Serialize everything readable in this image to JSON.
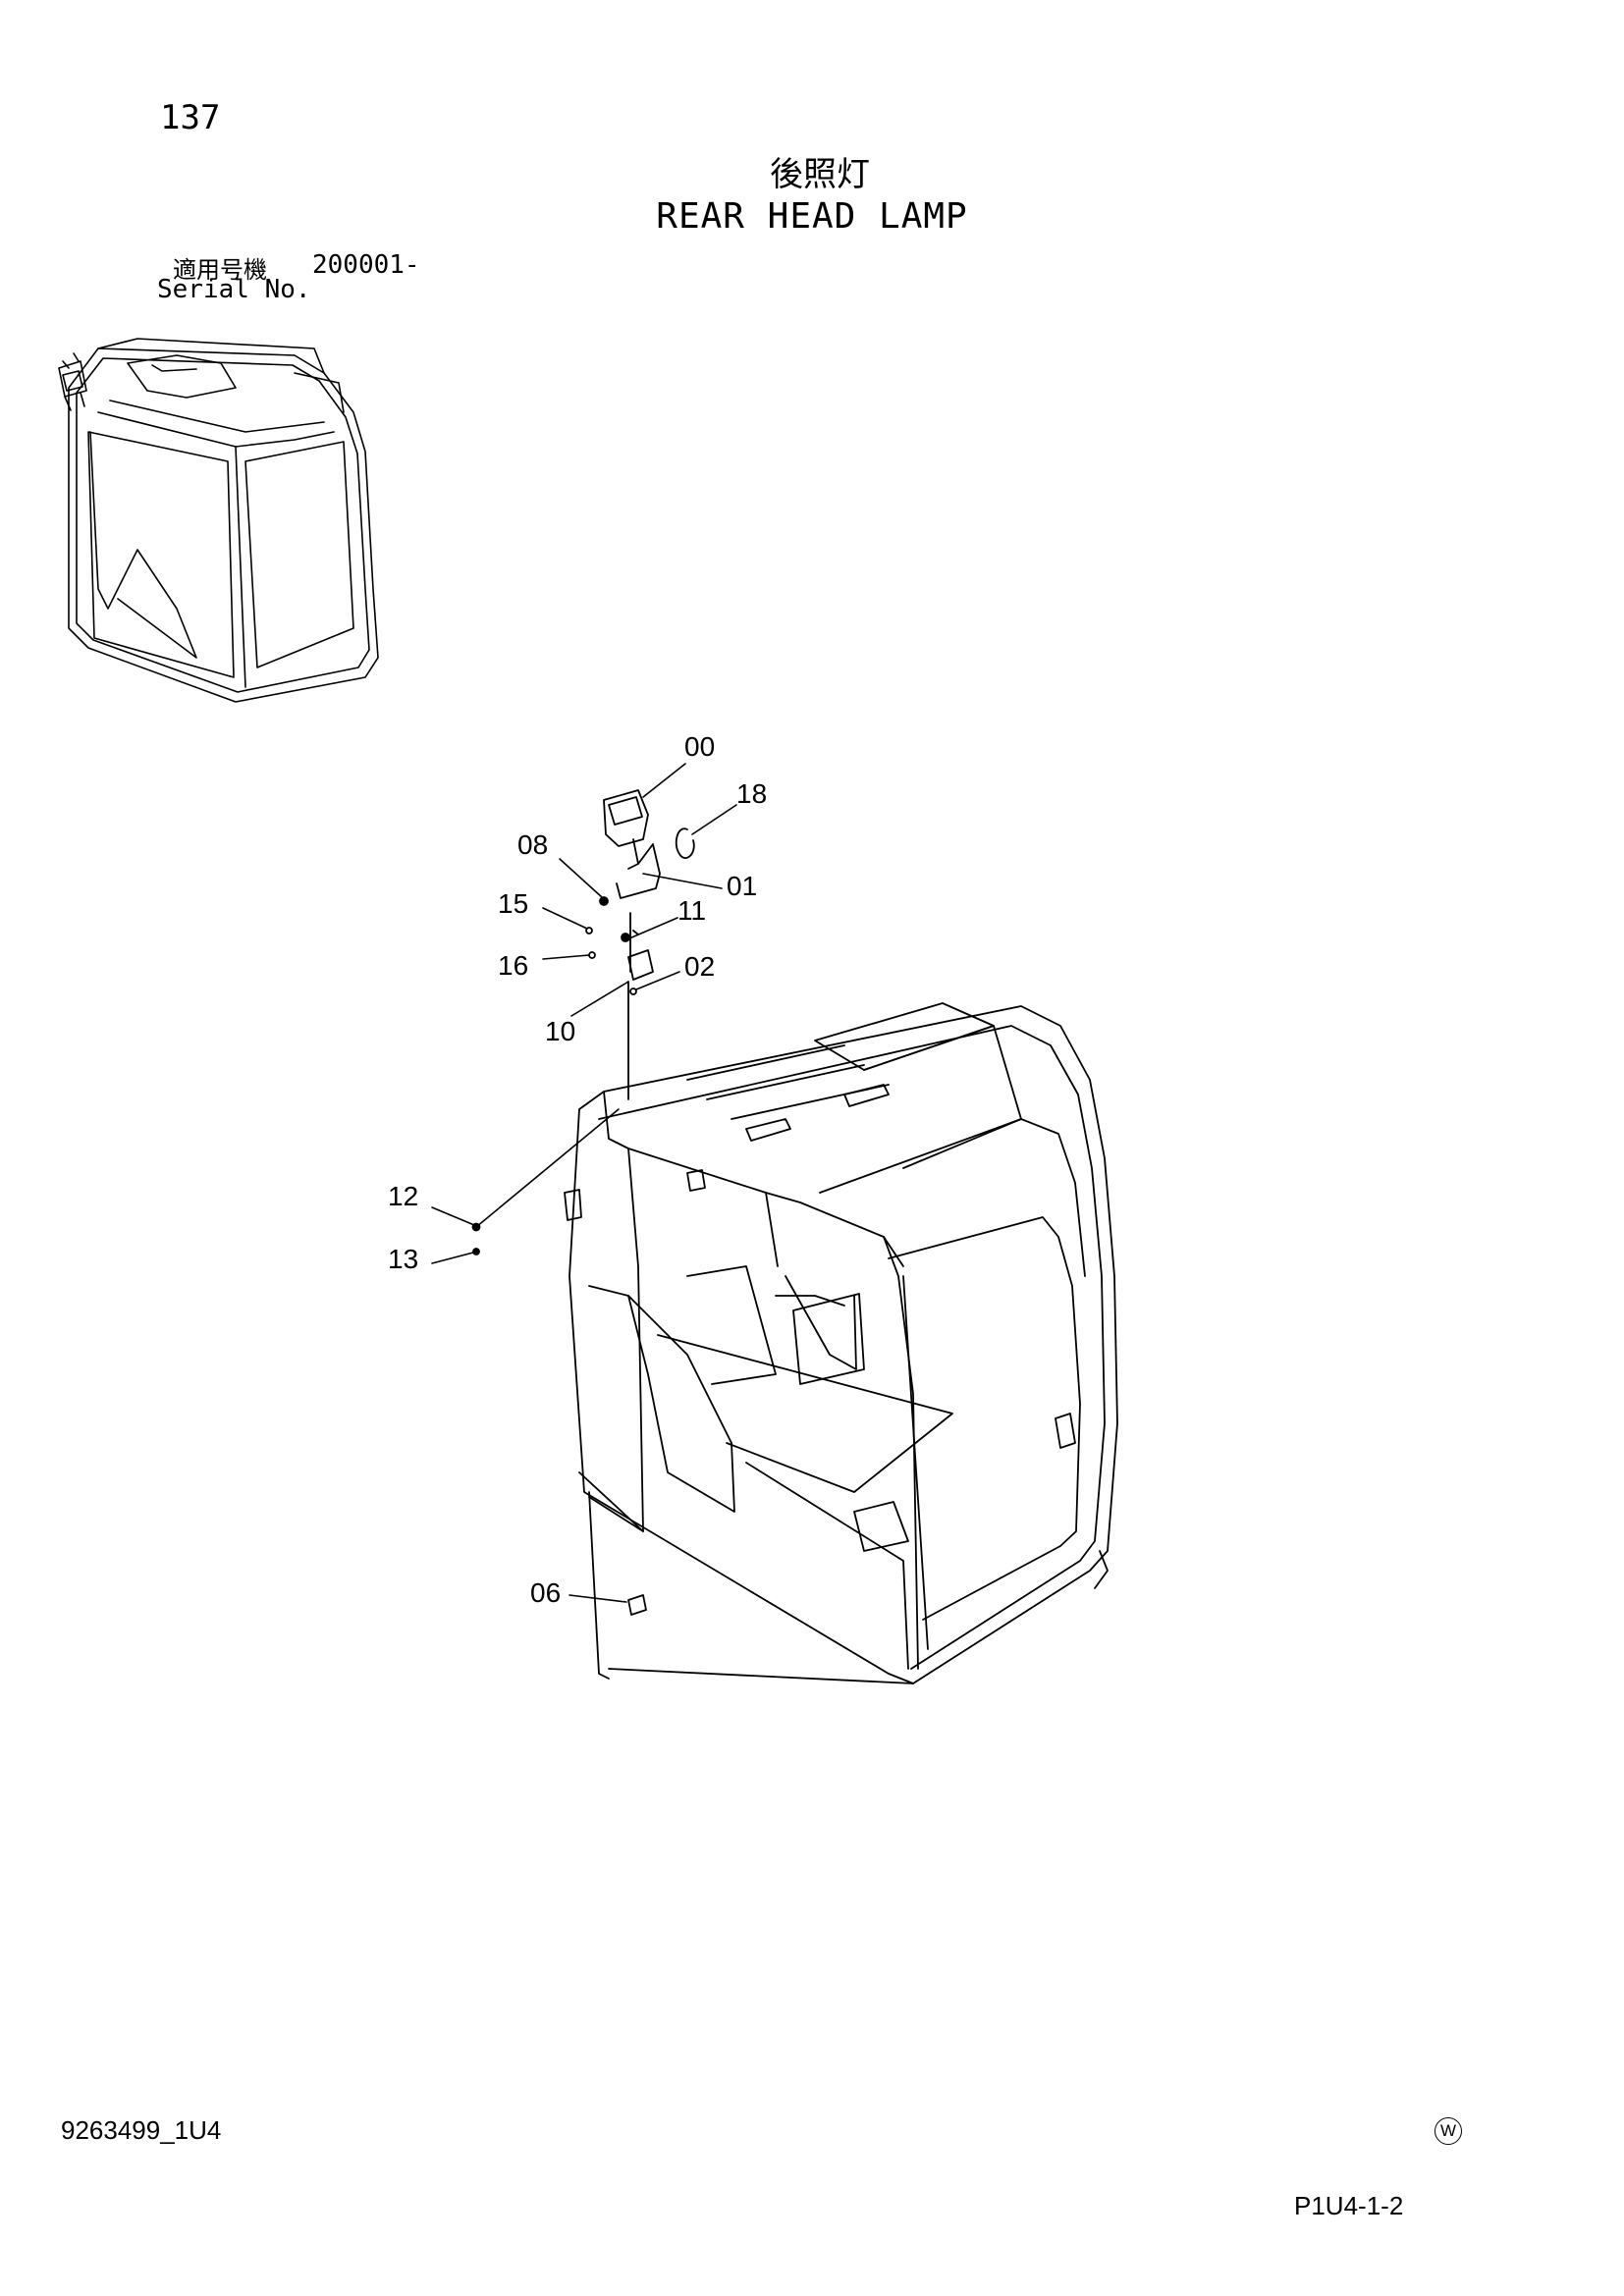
{
  "header": {
    "page_number": "137",
    "title_jp": "後照灯",
    "title_en": "REAR HEAD LAMP",
    "serial_label_jp": "適用号機",
    "serial_value": "200001-",
    "serial_label_en": "Serial No."
  },
  "callouts": {
    "c00": "00",
    "c18": "18",
    "c08": "08",
    "c01": "01",
    "c15": "15",
    "c11": "11",
    "c16": "16",
    "c02": "02",
    "c10": "10",
    "c12": "12",
    "c13": "13",
    "c06": "06"
  },
  "footer": {
    "doc_number": "9263499_1U4",
    "mark": "W",
    "page_code": "P1U4-1-2"
  }
}
